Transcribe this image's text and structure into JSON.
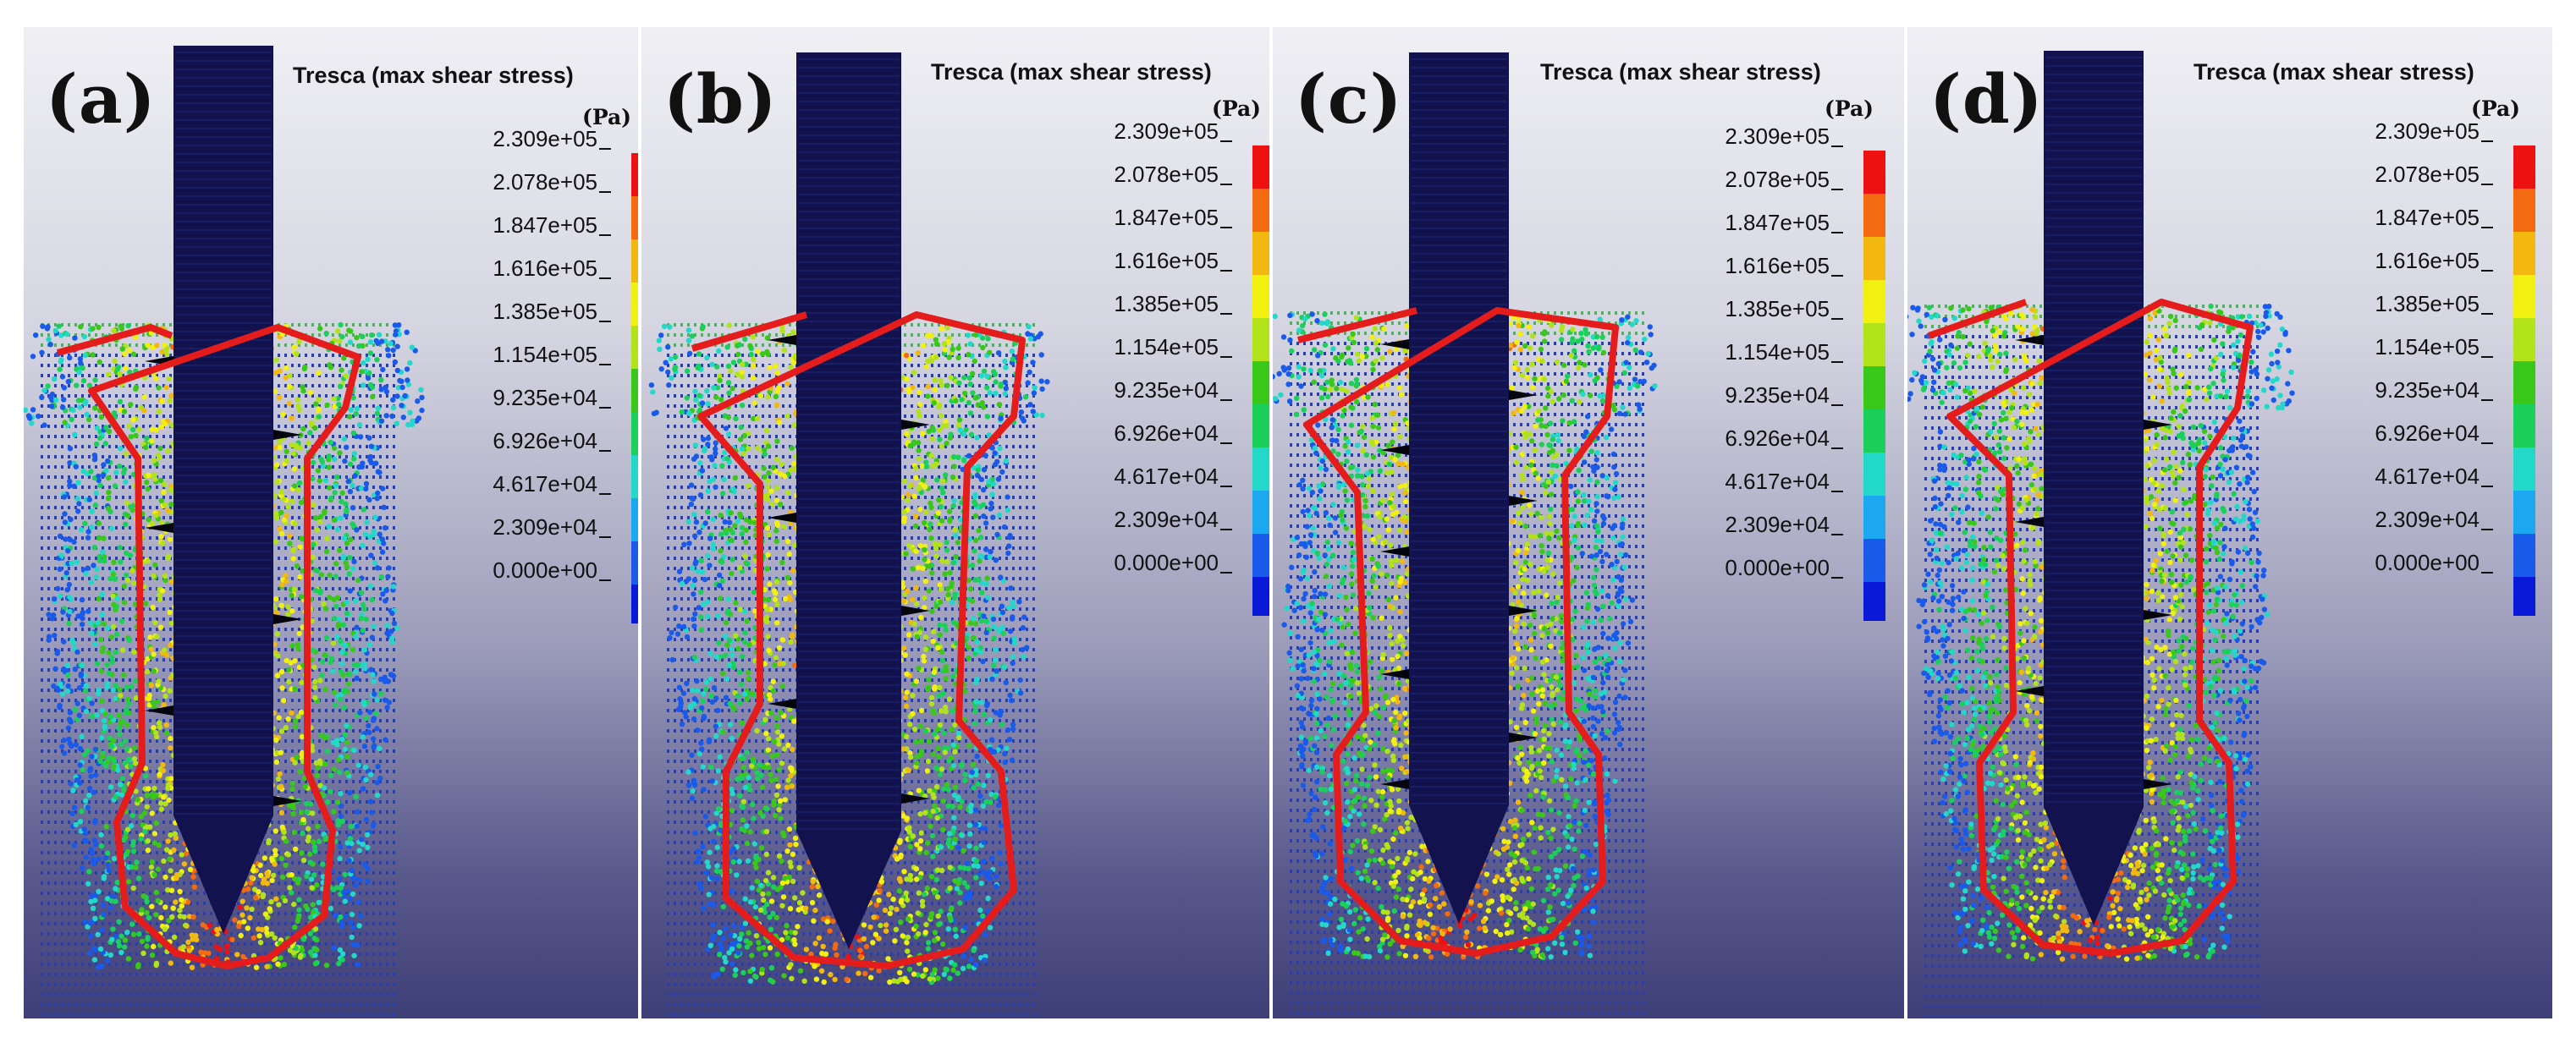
{
  "legend": {
    "title": "Tresca (max shear stress)",
    "unit": "(Pa)",
    "ticks": [
      "2.309e+05",
      "2.078e+05",
      "1.847e+05",
      "1.616e+05",
      "1.385e+05",
      "1.154e+05",
      "9.235e+04",
      "6.926e+04",
      "4.617e+04",
      "2.309e+04",
      "0.000e+00"
    ],
    "colors": [
      "#ee1111",
      "#f36a10",
      "#f3b810",
      "#f1f010",
      "#b2e21a",
      "#39c81a",
      "#1ad05a",
      "#22d8c8",
      "#1ba8f0",
      "#1a5aea",
      "#0a18d8"
    ]
  },
  "panels": [
    {
      "label": "(a)"
    },
    {
      "label": "(b)"
    },
    {
      "label": "(c)"
    },
    {
      "label": "(d)"
    }
  ],
  "colors": {
    "outline": "#e51c1c",
    "screw": "#12124e",
    "thread": "#050510"
  }
}
